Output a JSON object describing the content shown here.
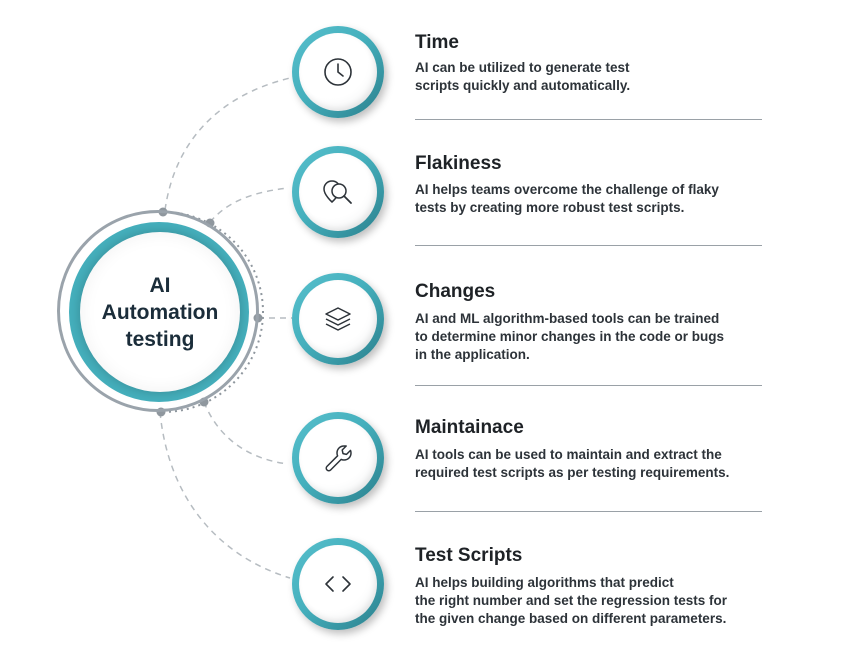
{
  "hub": {
    "lines": [
      "AI",
      "Automation",
      "testing"
    ]
  },
  "colors": {
    "accent": "#45b0bd",
    "accent_dark": "#2b7f8c",
    "ring_gray": "#9aa3ab",
    "connector": "#b6bcc1",
    "text": "#1e2226"
  },
  "items": [
    {
      "icon": "clock-icon",
      "title": "Time",
      "desc": [
        "AI can be utilized to generate test",
        "scripts quickly and automatically."
      ]
    },
    {
      "icon": "search-location-icon",
      "title": "Flakiness",
      "desc": [
        "AI helps teams overcome the challenge of flaky",
        "tests by creating more robust test scripts."
      ]
    },
    {
      "icon": "layers-icon",
      "title": "Changes",
      "desc": [
        "AI and ML algorithm-based tools can be trained",
        "to determine minor changes in the code or bugs",
        "in the application."
      ]
    },
    {
      "icon": "wrench-icon",
      "title": "Maintainace",
      "desc": [
        "AI tools can be used to maintain and extract the",
        "required test scripts as per testing requirements."
      ]
    },
    {
      "icon": "code-icon",
      "title": "Test Scripts",
      "desc": [
        "AI helps building algorithms that predict",
        "the right number and set the regression tests for",
        "the given change based on different parameters."
      ]
    }
  ]
}
